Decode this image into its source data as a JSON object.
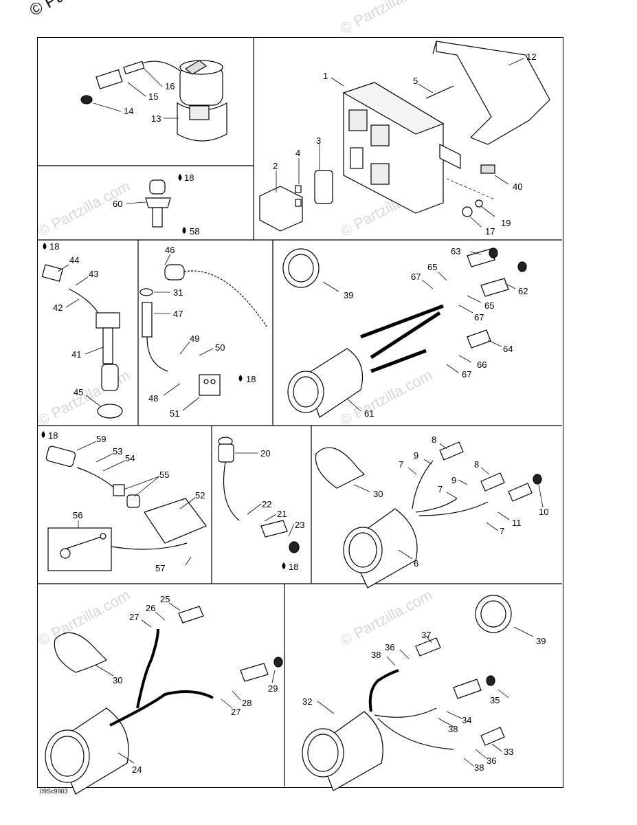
{
  "copyright": "© Partzilla",
  "watermark": "© Partzilla.com",
  "drawing_code": "09Sc9903",
  "callouts": {
    "p13": "13",
    "p14": "14",
    "p15": "15",
    "p16": "16",
    "p1": "1",
    "p2": "2",
    "p3": "3",
    "p4": "4",
    "p5": "5",
    "p12": "12",
    "p40": "40",
    "p17": "17",
    "p19": "19",
    "p60": "60",
    "p44": "44",
    "p43": "43",
    "p42": "42",
    "p41": "41",
    "p45": "45",
    "p46": "46",
    "p31": "31",
    "p47": "47",
    "p49": "49",
    "p50": "50",
    "p48": "48",
    "p51": "51",
    "p39a": "39",
    "p63": "63",
    "p65a": "65",
    "p67a": "67",
    "p62": "62",
    "p65b": "65",
    "p67b": "67",
    "p64": "64",
    "p66": "66",
    "p67c": "67",
    "p61": "61",
    "p59": "59",
    "p53": "53",
    "p54": "54",
    "p55": "55",
    "p52": "52",
    "p56": "56",
    "p57": "57",
    "p20": "20",
    "p22": "22",
    "p21": "21",
    "p23": "23",
    "p8a": "8",
    "p9a": "9",
    "p7a": "7",
    "p30a": "30",
    "p8b": "8",
    "p9b": "9",
    "p7b": "7",
    "p10": "10",
    "p11": "11",
    "p7c": "7",
    "p6": "6",
    "p25": "25",
    "p26": "26",
    "p27a": "27",
    "p30b": "30",
    "p29": "29",
    "p28": "28",
    "p27b": "27",
    "p24": "24",
    "p39b": "39",
    "p37": "37",
    "p36a": "36",
    "p38a": "38",
    "p35": "35",
    "p34": "34",
    "p38b": "38",
    "p32": "32",
    "p33": "33",
    "p36b": "36",
    "p38c": "38"
  },
  "lubricant_callouts": {
    "l18a": "18",
    "l58": "58",
    "l18b": "18",
    "l18c": "18",
    "l18d": "18",
    "l18e": "18"
  }
}
